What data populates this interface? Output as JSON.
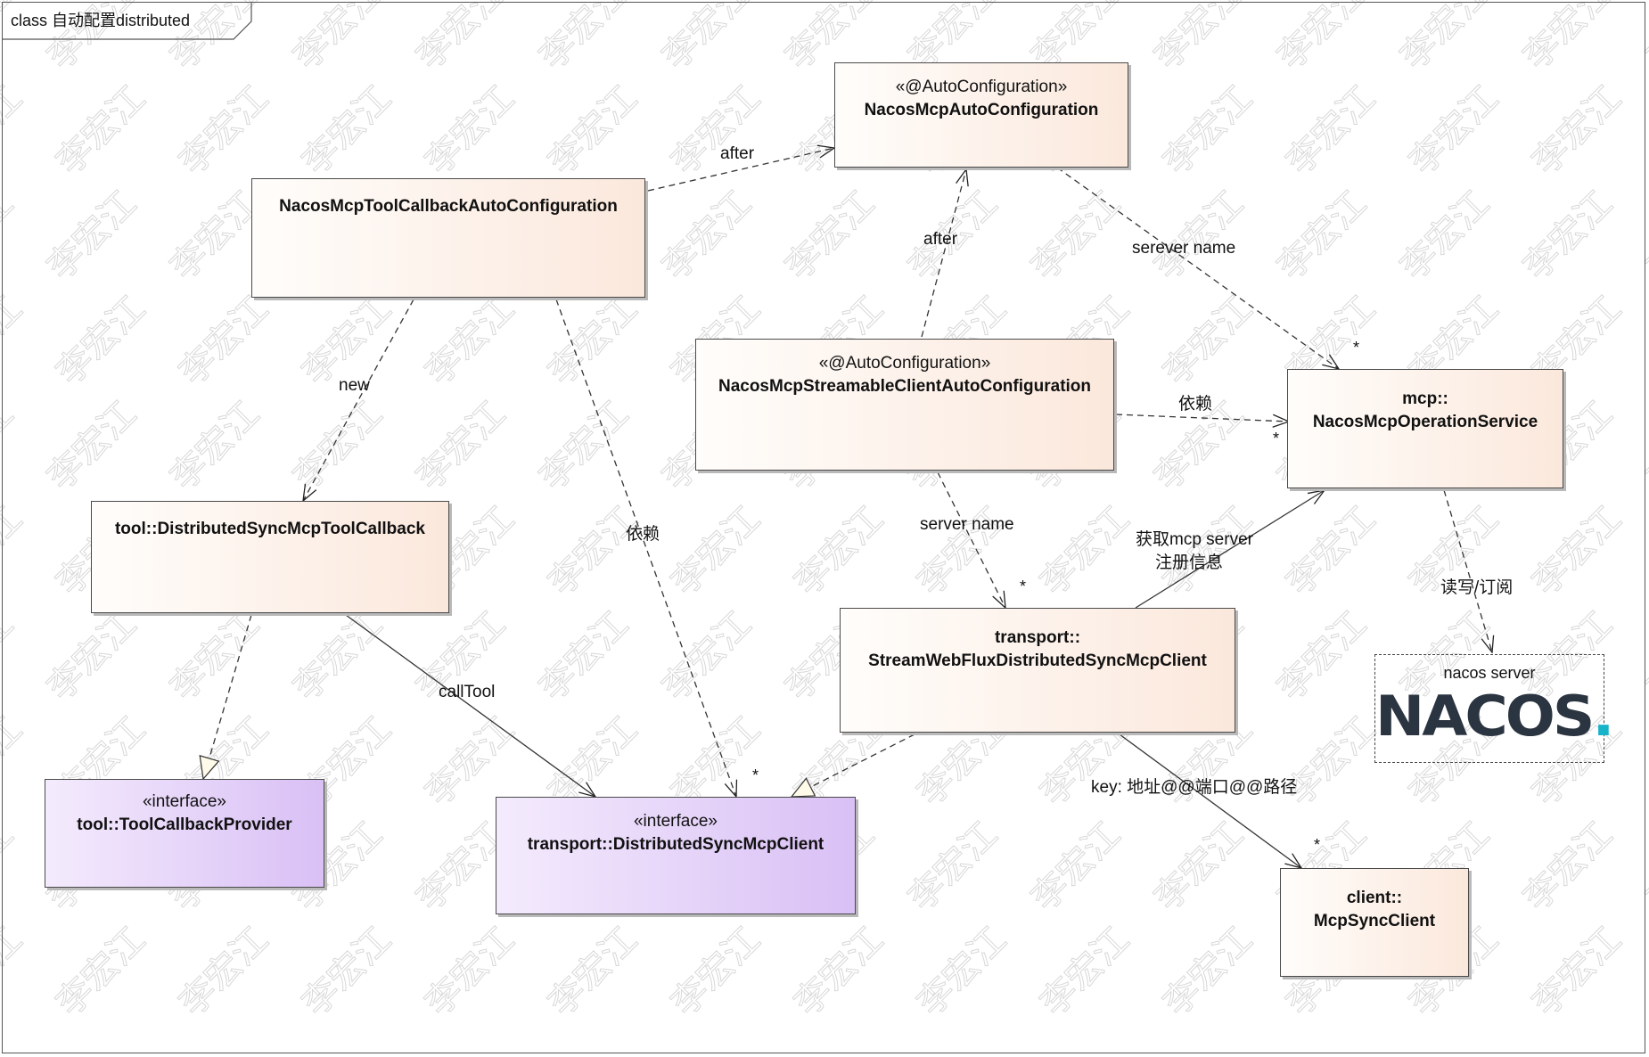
{
  "frame": {
    "title": "class 自动配置distributed"
  },
  "watermark": {
    "text": "李宏江"
  },
  "classes": {
    "auto_config": {
      "stereotype": "«@AutoConfiguration»",
      "name": "NacosMcpAutoConfiguration"
    },
    "tool_callback_auto": {
      "stereotype": "",
      "name": "NacosMcpToolCallbackAutoConfiguration"
    },
    "streamable_auto": {
      "stereotype": "«@AutoConfiguration»",
      "name": "NacosMcpStreamableClientAutoConfiguration"
    },
    "operation_service": {
      "stereotype": "mcp::",
      "name": "NacosMcpOperationService"
    },
    "distributed_callback": {
      "stereotype": "",
      "name": "tool::DistributedSyncMcpToolCallback"
    },
    "webflux_client": {
      "stereotype": "transport::",
      "name": "StreamWebFluxDistributedSyncMcpClient"
    },
    "tool_callback_provider": {
      "stereotype": "«interface»",
      "name": "tool::ToolCallbackProvider"
    },
    "distributed_client": {
      "stereotype": "«interface»",
      "name": "transport::DistributedSyncMcpClient"
    },
    "mcp_sync_client": {
      "stereotype": "client::",
      "name": "McpSyncClient"
    }
  },
  "nacos": {
    "caption": "nacos server",
    "logo_main": "NACOS",
    "logo_dot": "."
  },
  "labels": {
    "after_top": "after",
    "after_mid": "after",
    "serever_name": "serever name",
    "new": "new",
    "yilai_left": "依赖",
    "yilai_right": "依赖",
    "server_name": "server name",
    "get_info_1": "获取mcp server",
    "get_info_2": "注册信息",
    "rw_sub": "读写/订阅",
    "call_tool": "callTool",
    "key": "key: 地址@@端口@@路径"
  },
  "multiplicity": {
    "op_top": "*",
    "op_left": "*",
    "webflux_top": "*",
    "dist_client": "*",
    "sync_client": "*"
  },
  "colors": {
    "class_fill_start": "#fffdfb",
    "class_fill_end": "#fbe8dc",
    "iface_fill_start": "#f4ebfd",
    "iface_fill_end": "#d9c0f5",
    "nacos_text": "#2b3441",
    "nacos_accent": "#17b3c9"
  }
}
